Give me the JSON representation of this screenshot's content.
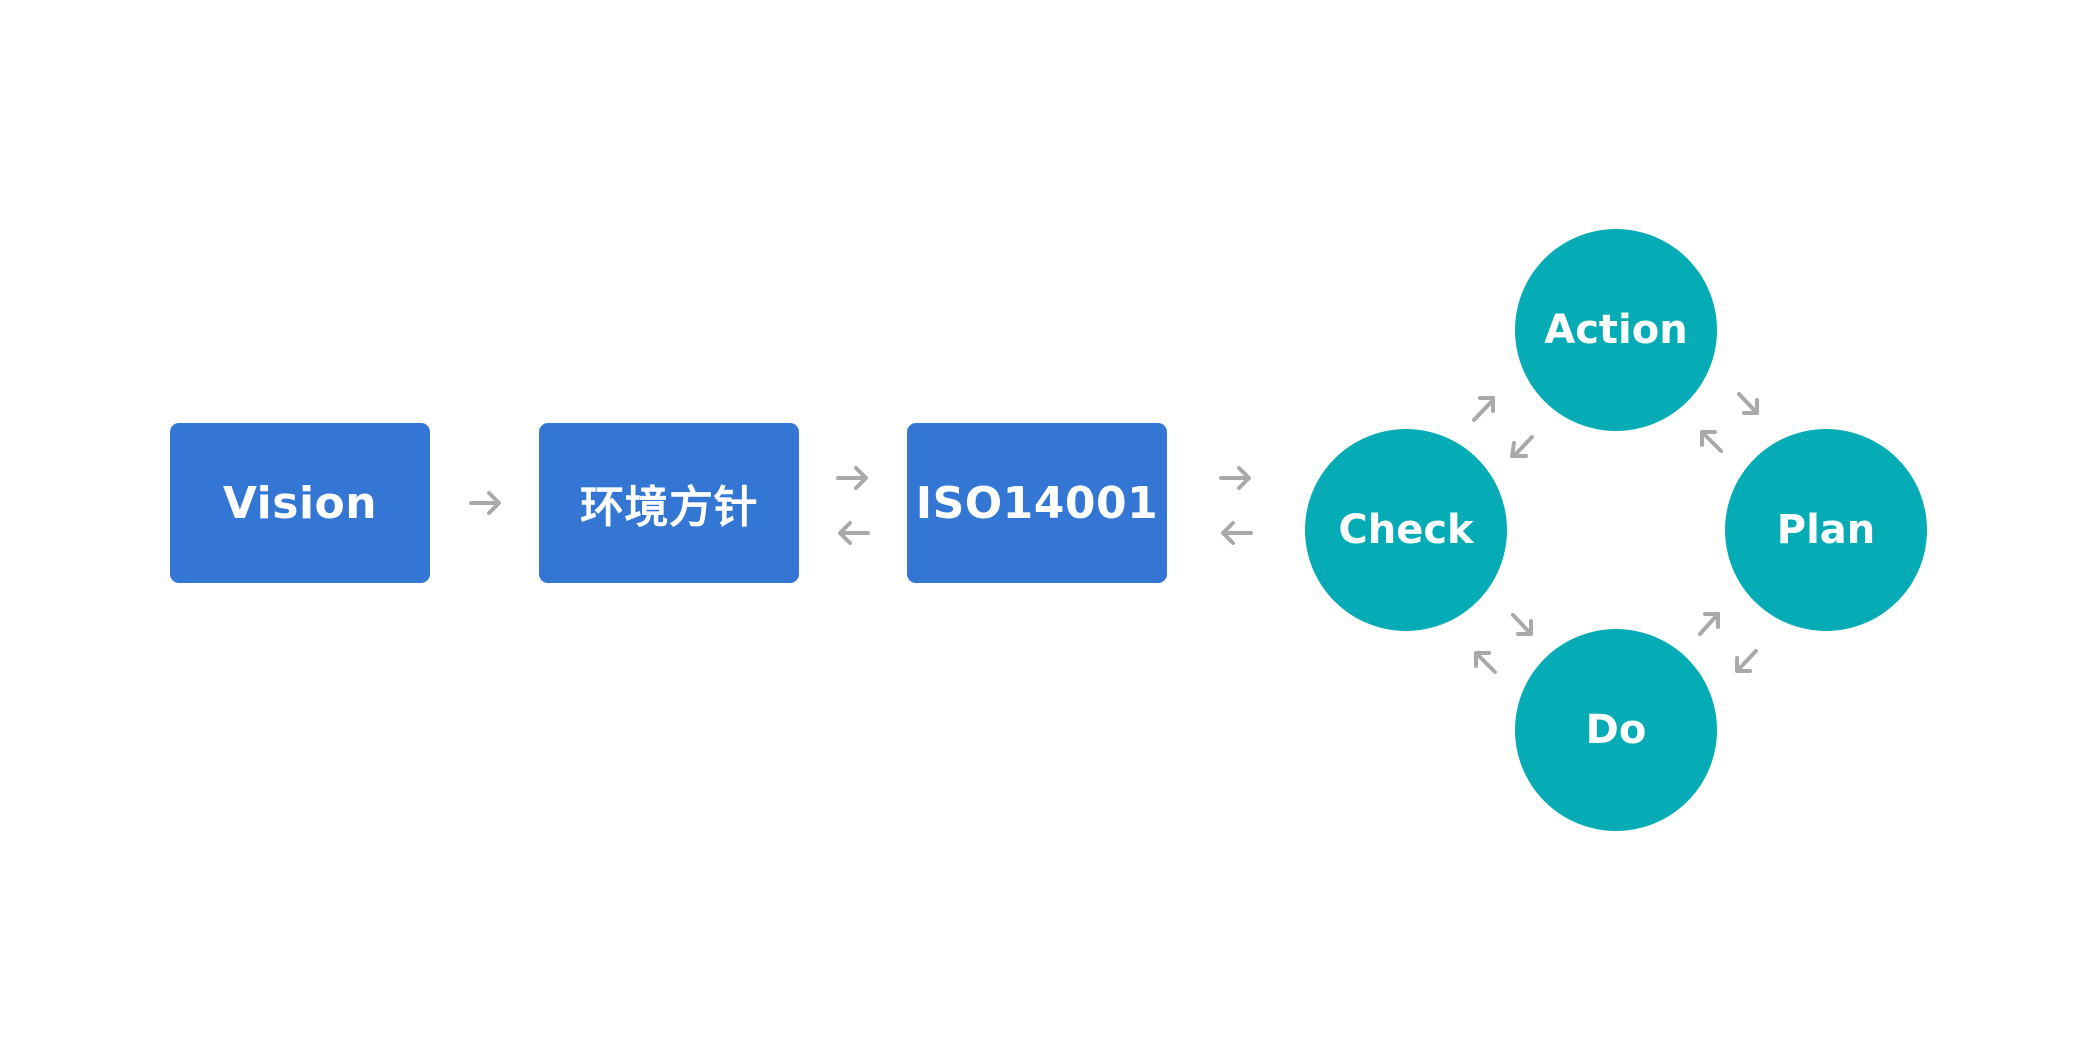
{
  "flow": {
    "vision_label": "Vision",
    "policy_label": "环境方针",
    "iso_label": "ISO14001"
  },
  "pdca": {
    "action_label": "Action",
    "plan_label": "Plan",
    "do_label": "Do",
    "check_label": "Check"
  },
  "colors": {
    "box_fill": "#3476d3",
    "circle_fill": "#05abb5",
    "arrow": "#a9a9a9",
    "text": "#ffffff"
  }
}
